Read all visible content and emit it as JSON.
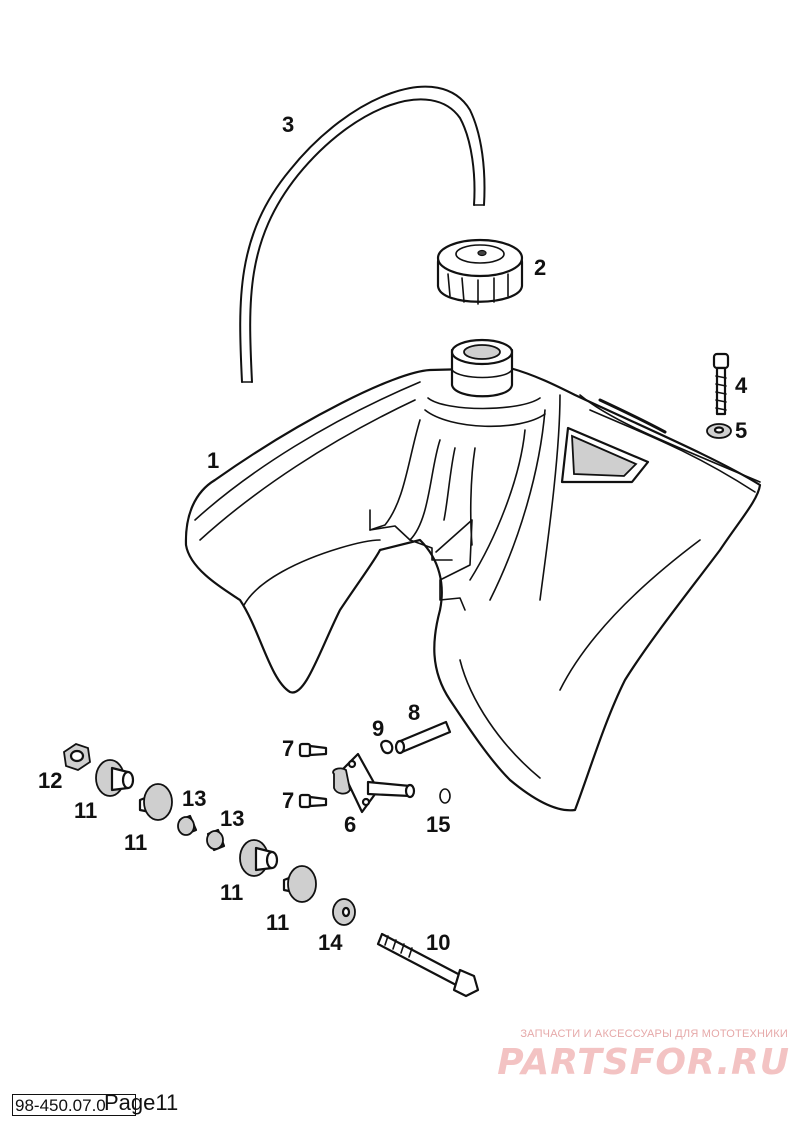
{
  "diagram": {
    "callouts": [
      "1",
      "2",
      "3",
      "4",
      "5",
      "6",
      "7",
      "7",
      "8",
      "9",
      "10",
      "11",
      "11",
      "11",
      "11",
      "12",
      "13",
      "13",
      "14",
      "15"
    ]
  },
  "footer": {
    "drawing_code": "98-450.07.0",
    "page_label": "Page11"
  },
  "watermark": {
    "caption": "ЗАПЧАСТИ И АКСЕССУАРЫ ДЛЯ МОТОТЕХНИКИ",
    "logo_text": "PARTSFOR.RU",
    "color": "#f3c3c3"
  }
}
